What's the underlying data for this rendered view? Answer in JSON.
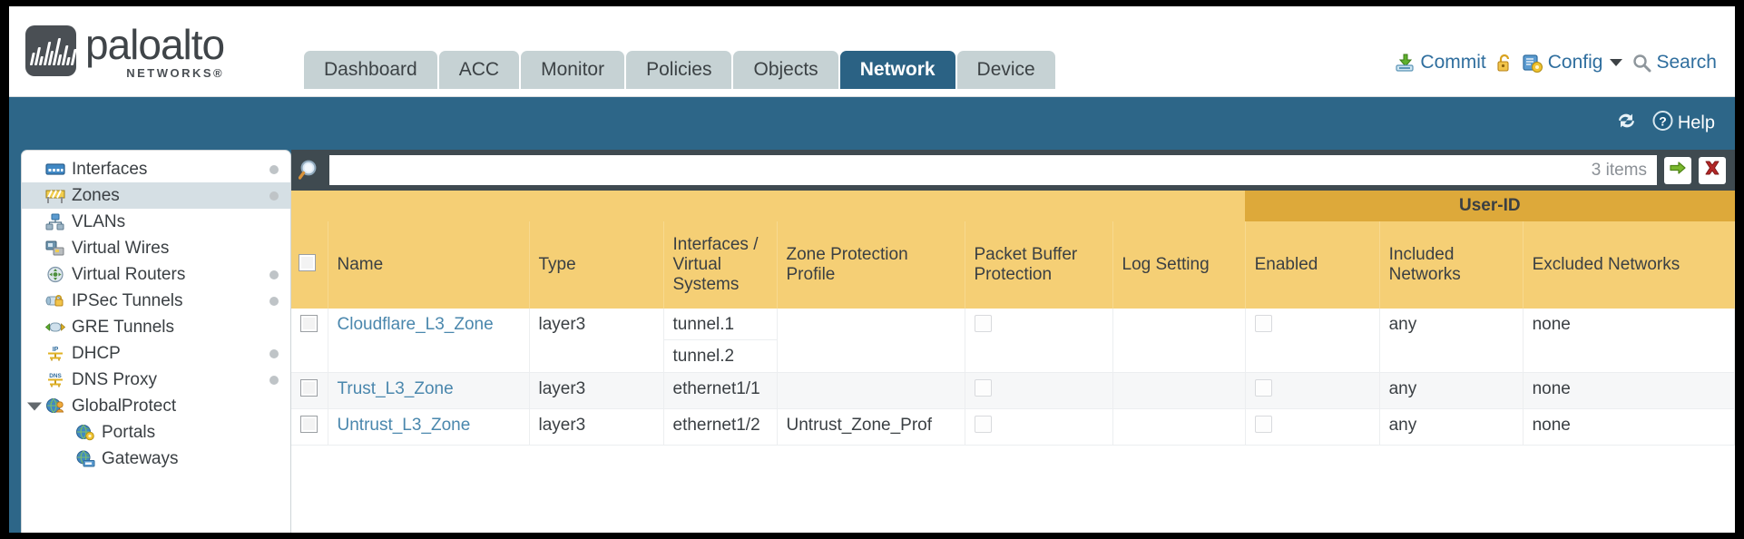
{
  "brand": {
    "name": "paloalto",
    "sub": "NETWORKS®",
    "logo_icon": "paloalto-logo-icon"
  },
  "nav_tabs": [
    {
      "label": "Dashboard",
      "active": false
    },
    {
      "label": "ACC",
      "active": false
    },
    {
      "label": "Monitor",
      "active": false
    },
    {
      "label": "Policies",
      "active": false
    },
    {
      "label": "Objects",
      "active": false
    },
    {
      "label": "Network",
      "active": true
    },
    {
      "label": "Device",
      "active": false
    }
  ],
  "utilities": {
    "commit": "Commit",
    "lock_icon": "unlock-icon",
    "config": "Config",
    "search": "Search"
  },
  "blue_band": {
    "refresh_icon": "refresh-icon",
    "help": "Help"
  },
  "sidebar": {
    "items": [
      {
        "label": "Interfaces",
        "icon": "interfaces-icon",
        "dot": true,
        "selected": false,
        "child": false,
        "expander": false
      },
      {
        "label": "Zones",
        "icon": "zones-icon",
        "dot": true,
        "selected": true,
        "child": false,
        "expander": false
      },
      {
        "label": "VLANs",
        "icon": "vlans-icon",
        "dot": false,
        "selected": false,
        "child": false,
        "expander": false
      },
      {
        "label": "Virtual Wires",
        "icon": "virtual-wires-icon",
        "dot": false,
        "selected": false,
        "child": false,
        "expander": false
      },
      {
        "label": "Virtual Routers",
        "icon": "virtual-routers-icon",
        "dot": true,
        "selected": false,
        "child": false,
        "expander": false
      },
      {
        "label": "IPSec Tunnels",
        "icon": "ipsec-tunnels-icon",
        "dot": true,
        "selected": false,
        "child": false,
        "expander": false
      },
      {
        "label": "GRE Tunnels",
        "icon": "gre-tunnels-icon",
        "dot": false,
        "selected": false,
        "child": false,
        "expander": false
      },
      {
        "label": "DHCP",
        "icon": "dhcp-icon",
        "dot": true,
        "selected": false,
        "child": false,
        "expander": false
      },
      {
        "label": "DNS Proxy",
        "icon": "dns-proxy-icon",
        "dot": true,
        "selected": false,
        "child": false,
        "expander": false
      },
      {
        "label": "GlobalProtect",
        "icon": "globalprotect-icon",
        "dot": false,
        "selected": false,
        "child": false,
        "expander": true
      },
      {
        "label": "Portals",
        "icon": "portals-icon",
        "dot": false,
        "selected": false,
        "child": true,
        "expander": false
      },
      {
        "label": "Gateways",
        "icon": "gateways-icon",
        "dot": false,
        "selected": false,
        "child": true,
        "expander": false
      }
    ]
  },
  "search": {
    "icon": "search-magnifier-icon",
    "value": "",
    "placeholder": "",
    "item_count": "3 items",
    "apply_icon": "apply-arrow-icon",
    "clear_icon": "clear-x-icon"
  },
  "table": {
    "group_header": {
      "label": "User-ID",
      "span_start": 7,
      "span_len": 3
    },
    "columns": [
      {
        "key": "check",
        "label": ""
      },
      {
        "key": "name",
        "label": "Name"
      },
      {
        "key": "type",
        "label": "Type"
      },
      {
        "key": "ifaces",
        "label": "Interfaces / Virtual Systems"
      },
      {
        "key": "zpp",
        "label": "Zone Protection Profile"
      },
      {
        "key": "pbp",
        "label": "Packet Buffer Protection"
      },
      {
        "key": "logset",
        "label": "Log Setting"
      },
      {
        "key": "enabled",
        "label": "Enabled"
      },
      {
        "key": "included",
        "label": "Included Networks"
      },
      {
        "key": "excluded",
        "label": "Excluded Networks"
      }
    ],
    "rows": [
      {
        "selected": false,
        "name": "Cloudflare_L3_Zone",
        "type": "layer3",
        "interfaces": [
          "tunnel.1",
          "tunnel.2"
        ],
        "zone_protection_profile": "",
        "packet_buffer_protection": false,
        "log_setting": "",
        "userid_enabled": false,
        "included_networks": "any",
        "excluded_networks": "none"
      },
      {
        "selected": false,
        "name": "Trust_L3_Zone",
        "type": "layer3",
        "interfaces": [
          "ethernet1/1"
        ],
        "zone_protection_profile": "",
        "packet_buffer_protection": false,
        "log_setting": "",
        "userid_enabled": false,
        "included_networks": "any",
        "excluded_networks": "none"
      },
      {
        "selected": false,
        "name": "Untrust_L3_Zone",
        "type": "layer3",
        "interfaces": [
          "ethernet1/2"
        ],
        "zone_protection_profile": "Untrust_Zone_Prof",
        "packet_buffer_protection": false,
        "log_setting": "",
        "userid_enabled": false,
        "included_networks": "any",
        "excluded_networks": "none"
      }
    ]
  },
  "colors": {
    "brand_dark": "#4a4f54",
    "tab_inactive": "#c6d2d4",
    "tab_active": "#2b6284",
    "band_blue": "#2d6688",
    "content_dark": "#3f4a50",
    "table_header": "#f5cf75",
    "group_header": "#dda93a",
    "link": "#4a87ad"
  }
}
